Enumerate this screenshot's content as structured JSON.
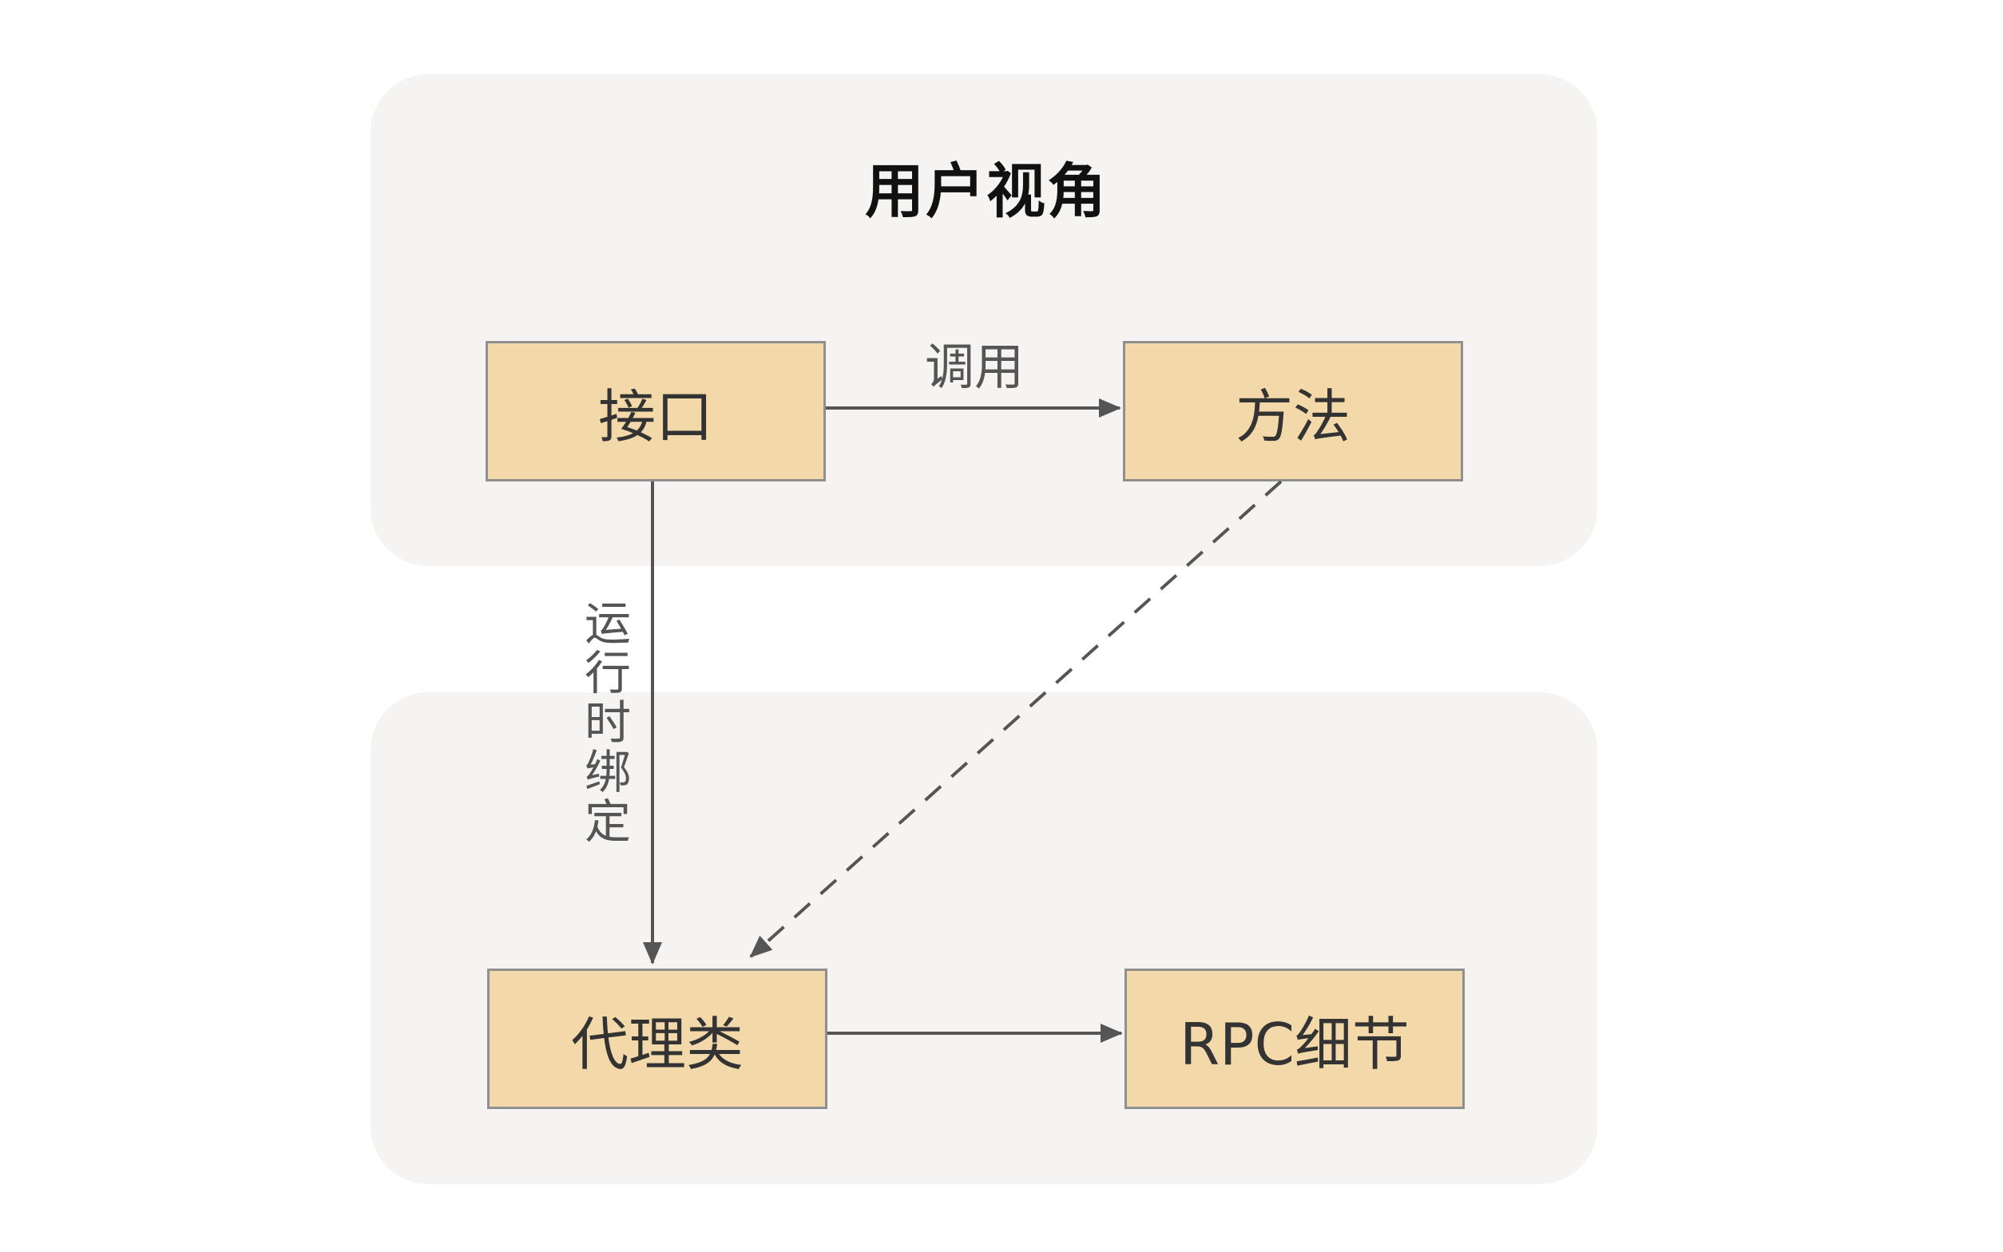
{
  "diagram": {
    "title": "用户视角",
    "nodes": {
      "interface": "接口",
      "method": "方法",
      "proxy": "代理类",
      "rpc": "RPC细节"
    },
    "edges": {
      "call_label": "调用",
      "runtime_label": "运行时绑定"
    },
    "colors": {
      "panel": "#f5f4f2",
      "node_fill": "#f3d9a9",
      "node_border": "#8f8f8f",
      "arrow": "#555555"
    }
  }
}
